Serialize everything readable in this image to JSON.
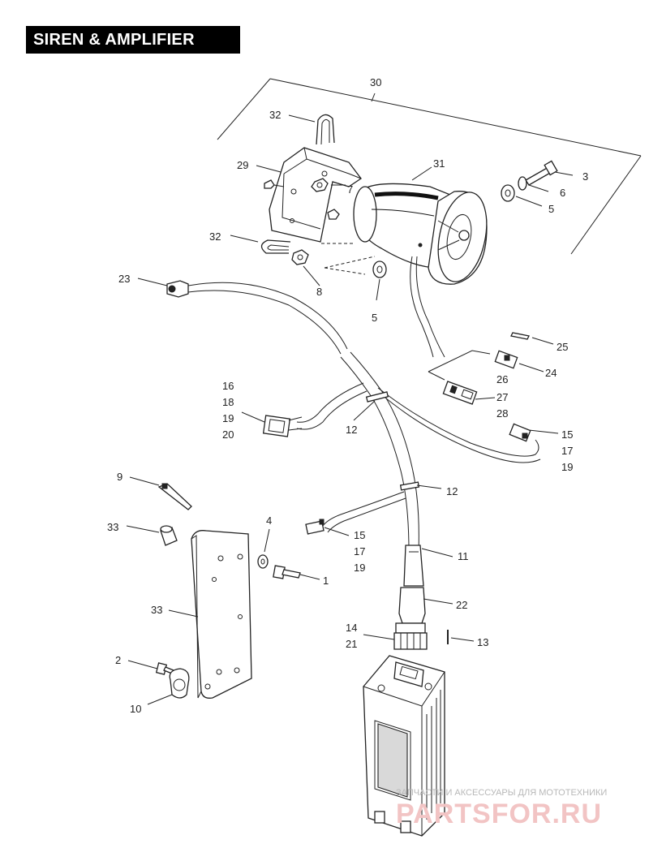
{
  "title": "SIREN & AMPLIFIER",
  "callouts": [
    {
      "id": "c30",
      "text": "30"
    },
    {
      "id": "c32a",
      "text": "32"
    },
    {
      "id": "c29",
      "text": "29"
    },
    {
      "id": "c31",
      "text": "31"
    },
    {
      "id": "c3",
      "text": "3"
    },
    {
      "id": "c7",
      "text": "7"
    },
    {
      "id": "c6",
      "text": "6"
    },
    {
      "id": "c5a",
      "text": "5"
    },
    {
      "id": "c32b",
      "text": "32"
    },
    {
      "id": "c8",
      "text": "8"
    },
    {
      "id": "c5b",
      "text": "5"
    },
    {
      "id": "c23",
      "text": "23"
    },
    {
      "id": "c25",
      "text": "25"
    },
    {
      "id": "c26",
      "text": "26"
    },
    {
      "id": "c24",
      "text": "24"
    },
    {
      "id": "c27",
      "text": "27"
    },
    {
      "id": "c28",
      "text": "28"
    },
    {
      "id": "c16",
      "text": "16"
    },
    {
      "id": "c18",
      "text": "18"
    },
    {
      "id": "c19a",
      "text": "19"
    },
    {
      "id": "c20",
      "text": "20"
    },
    {
      "id": "c12a",
      "text": "12"
    },
    {
      "id": "c15a",
      "text": "15"
    },
    {
      "id": "c17a",
      "text": "17"
    },
    {
      "id": "c19b",
      "text": "19"
    },
    {
      "id": "c9",
      "text": "9"
    },
    {
      "id": "c12b",
      "text": "12"
    },
    {
      "id": "c4",
      "text": "4"
    },
    {
      "id": "c33a",
      "text": "33"
    },
    {
      "id": "c15b",
      "text": "15"
    },
    {
      "id": "c17b",
      "text": "17"
    },
    {
      "id": "c19c",
      "text": "19"
    },
    {
      "id": "c11",
      "text": "11"
    },
    {
      "id": "c1",
      "text": "1"
    },
    {
      "id": "c33b",
      "text": "33"
    },
    {
      "id": "c22",
      "text": "22"
    },
    {
      "id": "c14",
      "text": "14"
    },
    {
      "id": "c21",
      "text": "21"
    },
    {
      "id": "c13",
      "text": "13"
    },
    {
      "id": "c2",
      "text": "2"
    },
    {
      "id": "c10",
      "text": "10"
    }
  ],
  "watermark": {
    "caption": "ЗАПЧАСТИ И АКСЕССУАРЫ ДЛЯ МОТОТЕХНИКИ",
    "site": "PARTSFOR.RU"
  }
}
